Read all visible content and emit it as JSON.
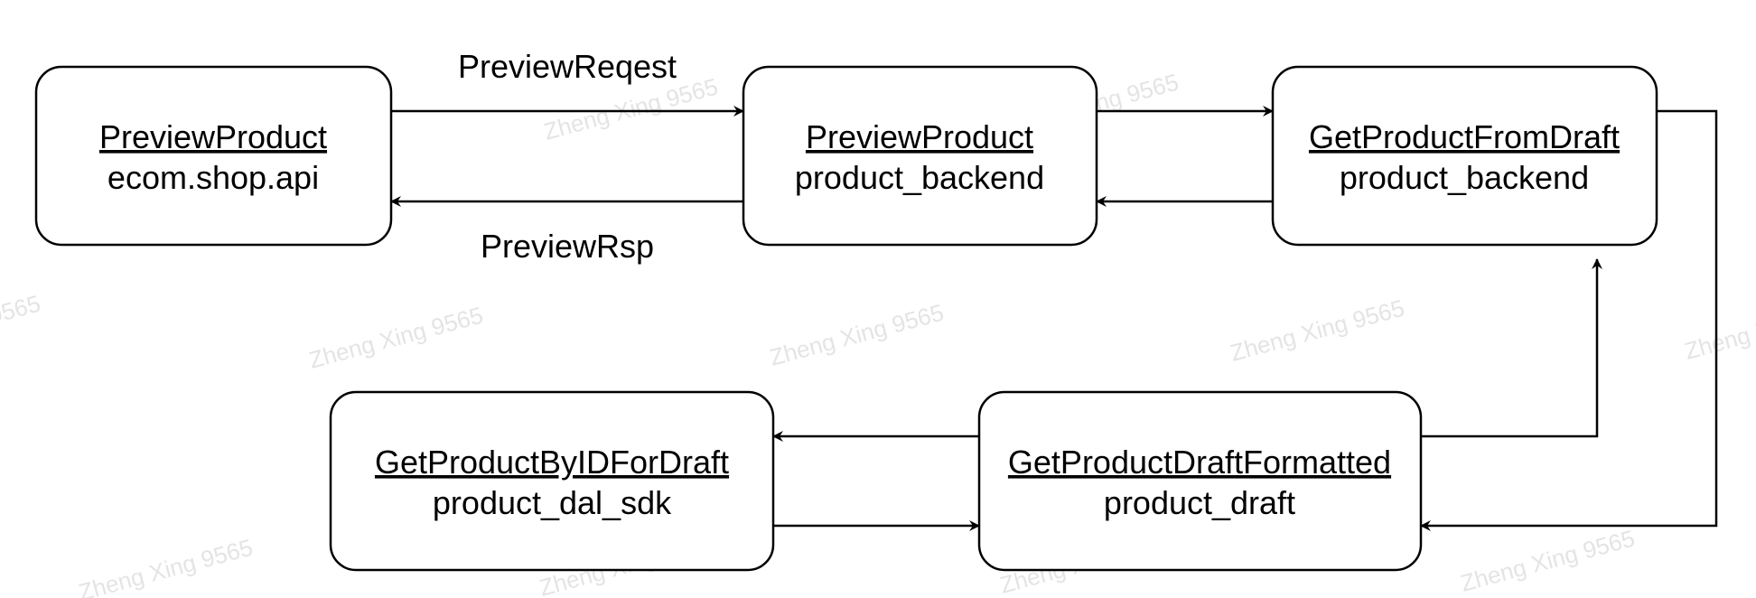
{
  "watermark": {
    "text": "Zheng Xing 9565",
    "color": "#e4e4e4"
  },
  "nodes": {
    "preview_api": {
      "title": "PreviewProduct",
      "service": "ecom.shop.api"
    },
    "preview_backend": {
      "title": "PreviewProduct",
      "service": "product_backend"
    },
    "get_from_draft": {
      "title": "GetProductFromDraft",
      "service": "product_backend"
    },
    "get_draft_fmt": {
      "title": "GetProductDraftFormatted",
      "service": "product_draft"
    },
    "get_by_id": {
      "title": "GetProductByIDForDraft",
      "service": "product_dal_sdk"
    }
  },
  "edge_labels": {
    "request": "PreviewReqest",
    "response": "PreviewRsp"
  },
  "colors": {
    "stroke": "#000000",
    "fill": "#ffffff",
    "text": "#000000"
  }
}
